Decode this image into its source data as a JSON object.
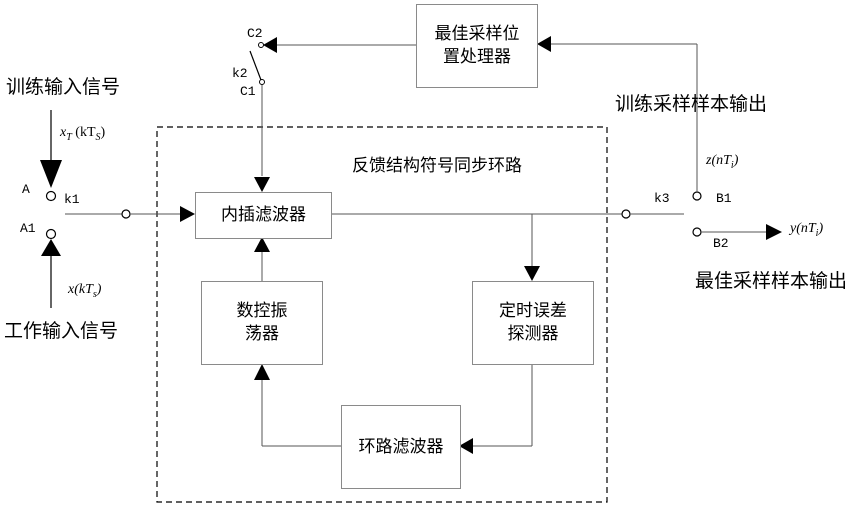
{
  "diagram": {
    "loop_title": "反馈结构符号同步环路",
    "inputs": {
      "training_label": "训练输入信号",
      "training_signal": "x_T (kT_S)",
      "working_label": "工作输入信号",
      "working_signal": "x(kT_s)"
    },
    "switches": {
      "k1": "k1",
      "A": "A",
      "A1": "A1",
      "k2": "k2",
      "C1": "C1",
      "C2": "C2",
      "k3": "k3",
      "B1": "B1",
      "B2": "B2"
    },
    "blocks": {
      "optimal_processor_line1": "最佳采样位",
      "optimal_processor_line2": "置处理器",
      "interp_filter": "内插滤波器",
      "nco_line1": "数控振",
      "nco_line2": "荡器",
      "ted_line1": "定时误差",
      "ted_line2": "探测器",
      "loop_filter": "环路滤波器"
    },
    "outputs": {
      "training_output_label": "训练采样样本输出",
      "training_output_signal": "z(nT_i)",
      "best_output_label": "最佳采样样本输出",
      "best_output_signal": "y(nT_i)"
    }
  }
}
